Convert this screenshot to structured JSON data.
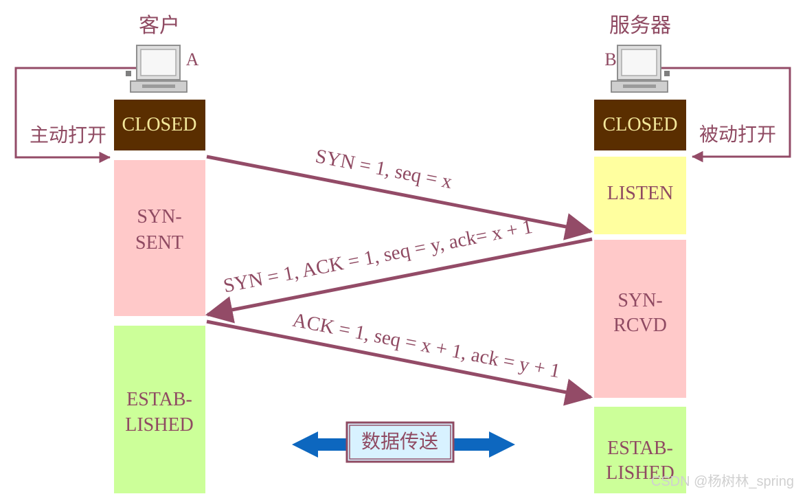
{
  "client": {
    "title": "客户",
    "letter": "A",
    "action_label": "主动打开",
    "states": {
      "closed": "CLOSED",
      "syn_sent_line1": "SYN-",
      "syn_sent_line2": "SENT",
      "established_line1": "ESTAB-",
      "established_line2": "LISHED"
    }
  },
  "server": {
    "title": "服务器",
    "letter": "B",
    "action_label": "被动打开",
    "states": {
      "closed": "CLOSED",
      "listen": "LISTEN",
      "syn_rcvd_line1": "SYN-",
      "syn_rcvd_line2": "RCVD",
      "established_line1": "ESTAB-",
      "established_line2": "LISHED"
    }
  },
  "messages": {
    "syn": "SYN = 1, seq = x",
    "syn_ack": "SYN = 1, ACK = 1, seq = y, ack= x + 1",
    "ack": "ACK = 1, seq = x + 1, ack = y + 1"
  },
  "data_transfer": {
    "label": "数据传送"
  },
  "watermark": "CSDN @杨树林_spring",
  "colors": {
    "closed": "#5a2e00",
    "closed_text": "#f3e79a",
    "syn": "#ffc9c9",
    "listen": "#ffff9f",
    "established": "#ccff99",
    "state_text": "#8f4a62",
    "arrow": "#934b67",
    "data_arrow": "#0d67bf",
    "data_box": "#d8f2ff"
  }
}
